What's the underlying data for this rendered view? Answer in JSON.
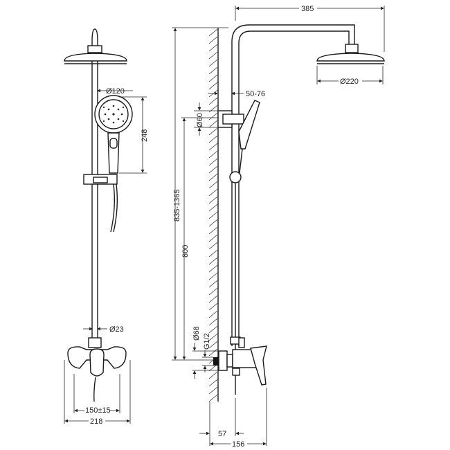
{
  "title": "Shower system dimension drawing",
  "front_view": {
    "head_diameter": "Ø120",
    "hand_shower_height": "248",
    "pipe_diameter": "Ø23",
    "inlet_spacing": "150±15",
    "mixer_width": "218"
  },
  "side_view": {
    "arm_reach": "385",
    "rain_head_diameter": "Ø220",
    "wall_bracket_range": "50-76",
    "bracket_diameter": "Ø60",
    "total_height": "835-1365",
    "rail_height": "800",
    "flange_diameter": "Ø68",
    "thread": "G1/2",
    "mixer_depth": "57",
    "total_depth": "156"
  }
}
